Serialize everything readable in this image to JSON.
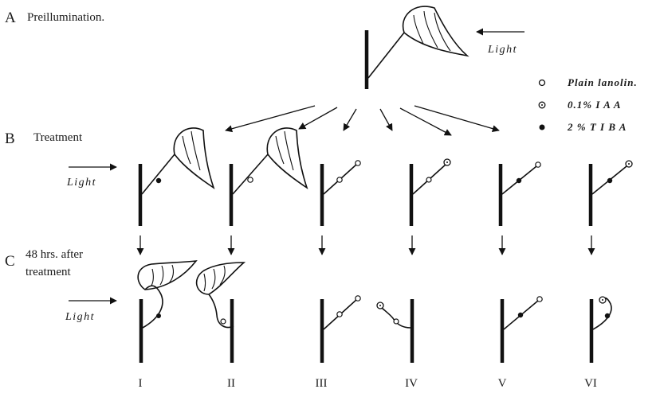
{
  "sections": {
    "a_letter": "A",
    "a_title": "Preillumination.",
    "b_letter": "B",
    "b_title": "Treatment",
    "c_letter": "C",
    "c_title_line1": "48 hrs. after",
    "c_title_line2": "treatment"
  },
  "light_labels": {
    "top": "Light",
    "b_row": "Light",
    "c_row": "Light"
  },
  "legend": [
    {
      "symbol": "open-circle-icon",
      "label": "Plain lanolin."
    },
    {
      "symbol": "dotted-circle-icon",
      "label": "0.1% I A A"
    },
    {
      "symbol": "filled-circle-icon",
      "label": "2 % T I B A"
    }
  ],
  "columns": [
    "I",
    "II",
    "III",
    "IV",
    "V",
    "VI"
  ]
}
